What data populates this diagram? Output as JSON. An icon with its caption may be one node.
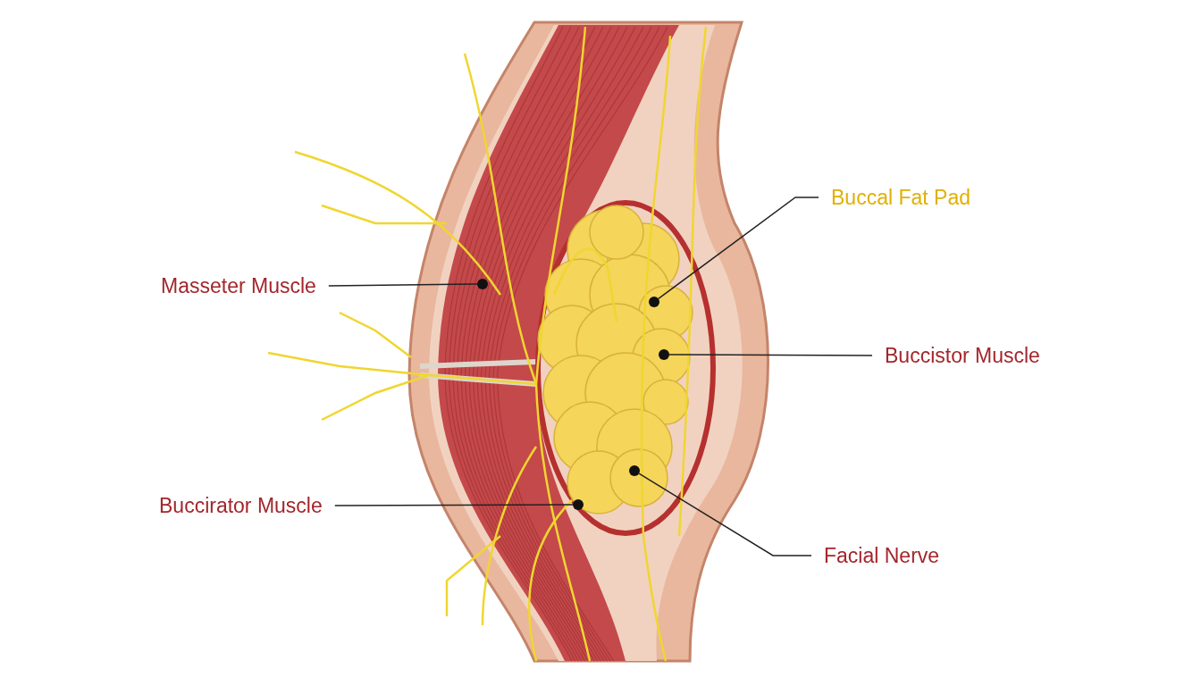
{
  "diagram": {
    "nodes": [
      {
        "text": [
          "Buccal Fat Pad"
        ]
      },
      {
        "text": [
          "Masseter Muscle"
        ]
      },
      {
        "text": [
          "Buccistor Muscle"
        ]
      },
      {
        "text": [
          "Buccirator Muscle"
        ]
      },
      {
        "text": [
          "Facial Nerve"
        ]
      },
      {
        "text": [],
        "shape": "circle"
      },
      {
        "text": [],
        "shape": "circle"
      },
      {
        "text": [],
        "shape": "circle"
      },
      {
        "text": [],
        "shape": "circle"
      },
      {
        "text": [],
        "shape": "circle"
      }
    ],
    "edges": [
      {
        "from": 0,
        "to": 6,
        "arrow": "none"
      },
      {
        "from": 1,
        "to": 5,
        "arrow": "none"
      },
      {
        "from": 2,
        "to": 7,
        "arrow": "none"
      },
      {
        "from": 3,
        "to": 9,
        "arrow": "none"
      },
      {
        "from": 4,
        "to": 8,
        "arrow": "none"
      }
    ]
  }
}
